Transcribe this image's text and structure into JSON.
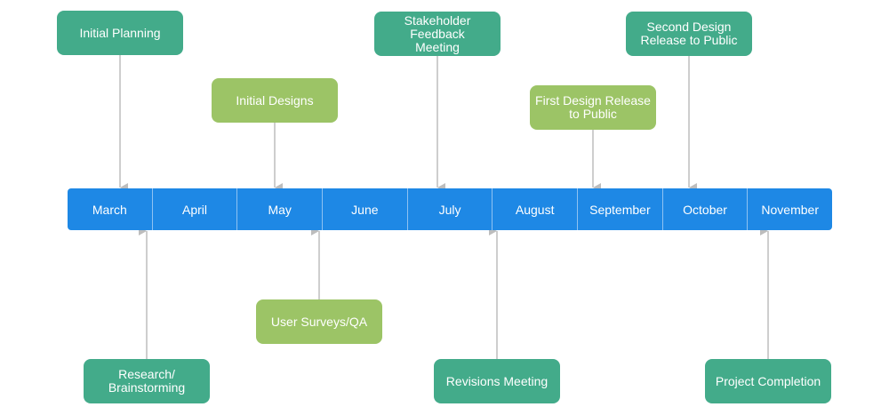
{
  "timeline": {
    "months": [
      "March",
      "April",
      "May",
      "June",
      "July",
      "August",
      "September",
      "October",
      "November"
    ]
  },
  "events": [
    {
      "id": "initial-planning",
      "label": "Initial Planning",
      "color": "#43ab8a"
    },
    {
      "id": "initial-designs",
      "label": "Initial Designs",
      "color": "#9cc466"
    },
    {
      "id": "stakeholder-feedback-meeting",
      "label": "Stakeholder Feedback Meeting",
      "color": "#43ab8a"
    },
    {
      "id": "first-design-release",
      "label": "First Design Release to Public",
      "color": "#9cc466"
    },
    {
      "id": "second-design-release",
      "label": "Second Design Release to Public",
      "color": "#43ab8a"
    },
    {
      "id": "research-brainstorming",
      "label": "Research/ Brainstorming",
      "color": "#43ab8a"
    },
    {
      "id": "user-surveys-qa",
      "label": "User Surveys/QA",
      "color": "#9cc466"
    },
    {
      "id": "revisions-meeting",
      "label": "Revisions Meeting",
      "color": "#43ab8a"
    },
    {
      "id": "project-completion",
      "label": "Project Completion",
      "color": "#43ab8a"
    }
  ],
  "colors": {
    "timeline": "#1e88e5",
    "primary_box": "#43ab8a",
    "secondary_box": "#9cc466",
    "connector": "#bdbdbd"
  }
}
